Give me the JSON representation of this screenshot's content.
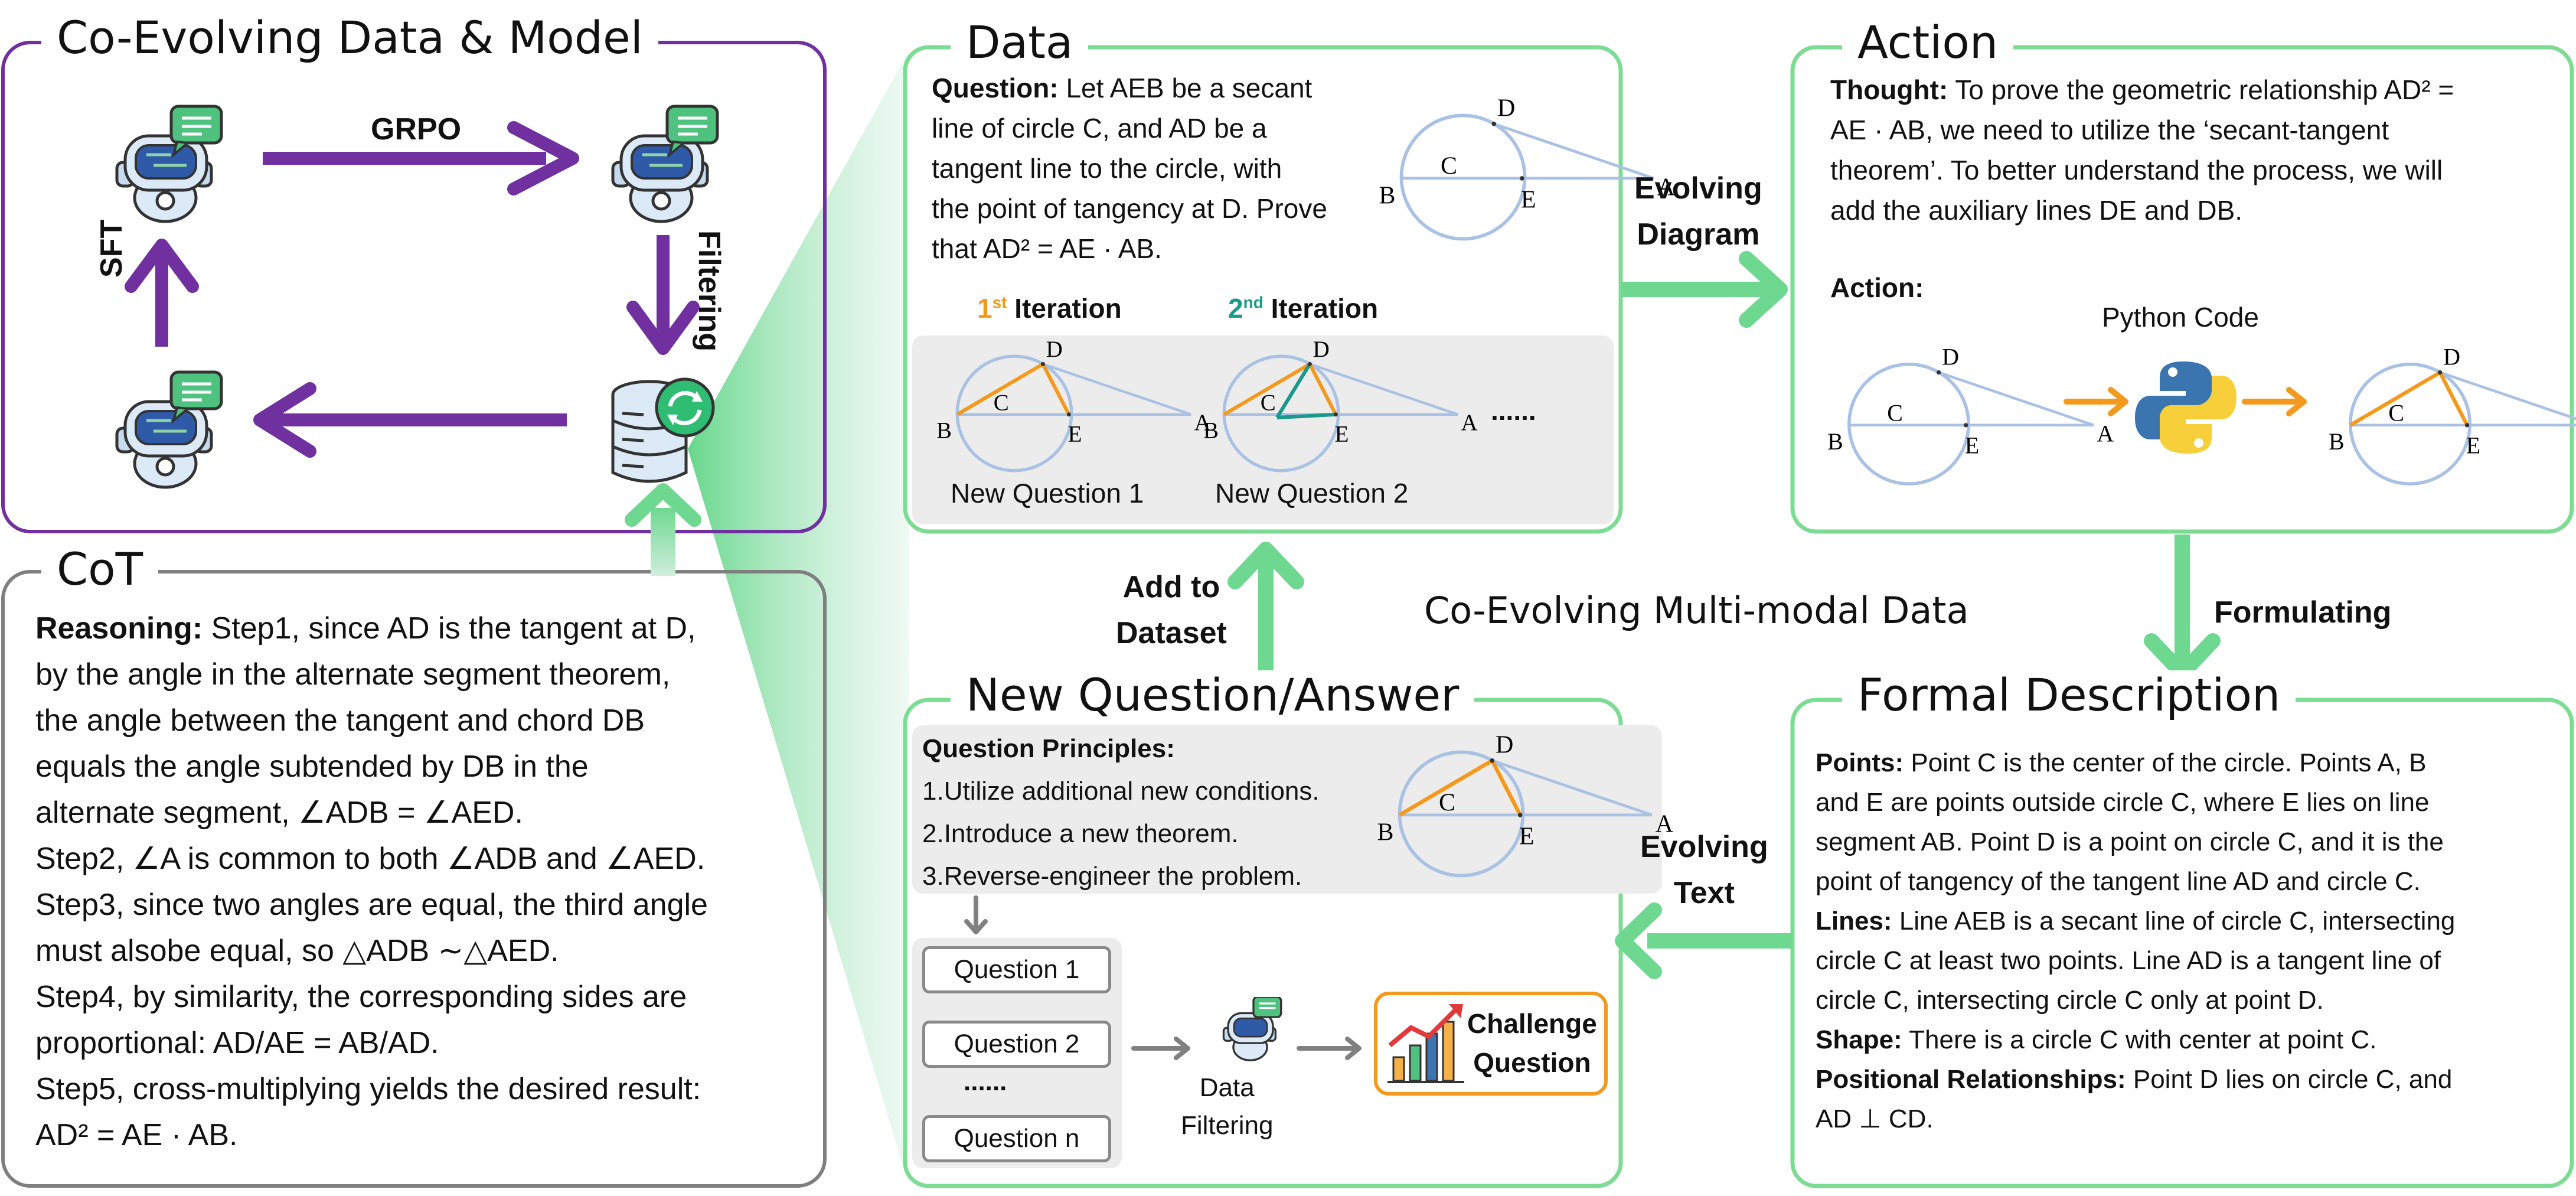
{
  "coevolve": {
    "title": "Co-Evolving Data & Model",
    "grpo": "GRPO",
    "sft": "SFT",
    "filtering": "Filtering"
  },
  "cot": {
    "title": "CoT",
    "reasoning_label": "Reasoning:",
    "lines": [
      "Step1, since AD is the tangent at D,",
      "by the angle in the alternate segment theorem,",
      "the angle between the tangent and chord DB",
      "equals the angle subtended by DB in the",
      "alternate segment, ∠ADB = ∠AED.",
      "Step2, ∠A is common to both ∠ADB and ∠AED.",
      "Step3, since two angles are equal, the third angle",
      "must alsobe equal, so △ADB ∼△AED.",
      "Step4, by similarity, the corresponding sides are",
      "proportional: AD/AE = AB/AD.",
      "Step5, cross-multiplying yields the desired result:",
      "AD² = AE · AB."
    ]
  },
  "data_panel": {
    "title": "Data",
    "question_label": "Question:",
    "question_lines": [
      "Let AEB be a secant",
      "line of circle C, and AD be a",
      "tangent line to the circle, with",
      "the point of tangency at D. Prove",
      "that AD² = AE · AB."
    ],
    "iter1": "1st Iteration",
    "iter1_num": "1",
    "iter1_sup": "st",
    "iter1_word": "Iteration",
    "iter2_num": "2",
    "iter2_sup": "nd",
    "iter2_word": "Iteration",
    "new_q1": "New Question 1",
    "new_q2": "New Question 2",
    "ellipsis": "......"
  },
  "arrows": {
    "evolving_diagram": [
      "Evolving",
      "Diagram"
    ],
    "formulating": "Formulating",
    "evolving_text": [
      "Evolving",
      "Text"
    ],
    "add_to_dataset": [
      "Add to",
      "Dataset"
    ],
    "center_label": "Co-Evolving Multi-modal Data"
  },
  "action_panel": {
    "title": "Action",
    "thought_label": "Thought:",
    "thought_lines": [
      "To prove the geometric relationship AD² =",
      "AE · AB, we need to utilize the ‘secant-tangent",
      "theorem’. To better understand the process, we will",
      "add the auxiliary lines DE  and DB."
    ],
    "action_label": "Action:",
    "python_code": "Python Code"
  },
  "formal_panel": {
    "title": "Formal Description",
    "points_label": "Points:",
    "points_lines": [
      "Point C is the center of the circle. Points A, B",
      "and E are points outside circle C, where E lies on line",
      "segment AB. Point D is a point on circle C, and it is the",
      "point of tangency of the tangent line AD and circle C."
    ],
    "lines_label": "Lines:",
    "lines_lines": [
      "Line AEB is a secant line of circle C, intersecting",
      "circle C at least two points. Line AD is a tangent line of",
      "circle C, intersecting circle C only at point D."
    ],
    "shape_label": "Shape:",
    "shape_text": "There is a circle C with center at point C.",
    "pos_label": "Positional Relationships:",
    "pos_lines": [
      "Point D lies on circle C, and",
      "AD ⊥ CD."
    ]
  },
  "newqa_panel": {
    "title": "New Question/Answer",
    "principles_label": "Question Principles:",
    "principles": [
      "1.Utilize additional new conditions.",
      "2.Introduce a new theorem.",
      "3.Reverse-engineer the problem."
    ],
    "questions": [
      "Question 1",
      "Question 2",
      "Question n"
    ],
    "ellipsis": "......",
    "data_filtering": [
      "Data",
      "Filtering"
    ],
    "challenge": [
      "Challenge",
      "Question"
    ]
  },
  "geometry_labels": {
    "A": "A",
    "B": "B",
    "C": "C",
    "D": "D",
    "E": "E"
  },
  "colors": {
    "purple": "#7030a0",
    "green": "#6fd890",
    "green_border": "#7ddc93",
    "gray_border": "#7f7f7f",
    "orange": "#f39a1e",
    "teal": "#1a9a8a",
    "light_blue": "#a9c1e3",
    "gray_fill": "#ececec"
  }
}
